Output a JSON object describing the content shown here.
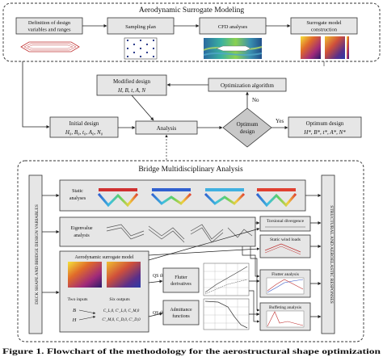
{
  "top_section": {
    "title": "Aerodynamic Surrogate Modeling",
    "steps": [
      {
        "line1": "Definition of design",
        "line2": "variables and ranges"
      },
      {
        "line1": "Sampling plan",
        "line2": ""
      },
      {
        "line1": "CFD analyses",
        "line2": ""
      },
      {
        "line1": "Surrogate model",
        "line2": "construction"
      }
    ]
  },
  "loop": {
    "modified_design": {
      "title": "Modified design",
      "vars": "H, B, t, A, N"
    },
    "optimization_algorithm": "Optimization algorithm",
    "no_label": "No",
    "yes_label": "Yes",
    "initial_design": {
      "title": "Initial design",
      "vars": "H₀, B₀, t₀, A₀, N₀"
    },
    "analysis": "Analysis",
    "decision": {
      "line1": "Optimum",
      "line2": "design"
    },
    "optimum_design": {
      "title": "Optimum design",
      "vars": "H*, B*, t*, A*, N*"
    }
  },
  "bridge_section": {
    "title": "Bridge Multidisciplinary Analysis",
    "left_label": "DECK SHAPE AND BRIDGE DESIGN VARIABLES",
    "right_label": "STRUCTURAL AND AEROELASTIC RESPONSES",
    "static": {
      "line1": "Static",
      "line2": "analyses"
    },
    "eigen": {
      "line1": "Eigenvalue",
      "line2": "analysis"
    },
    "surrogate_title": "Aerodynamic surrogate model",
    "two_inputs": "Two inputs",
    "six_outputs": "Six outputs",
    "input_b": "B",
    "input_h": "H",
    "out_line1": "C_L,0, C'_L,0, C_M,0",
    "out_line2": "C'_M,0, C_D,0, C'_D,0",
    "qs_theory": "QS theory",
    "flutter_derivatives": {
      "line1": "Flutter",
      "line2": "derivatives"
    },
    "admittance": {
      "line1": "Admittance",
      "line2": "functions"
    },
    "torsional_divergence": "Torsional divergence",
    "static_wind_loads": "Static wind loads",
    "flutter_analysis": "Flutter analysis",
    "buffeting_analysis": "Buffeting analysis"
  },
  "caption": "Figure 1. Flowchart of the methodology for the aerostructural shape optimization"
}
